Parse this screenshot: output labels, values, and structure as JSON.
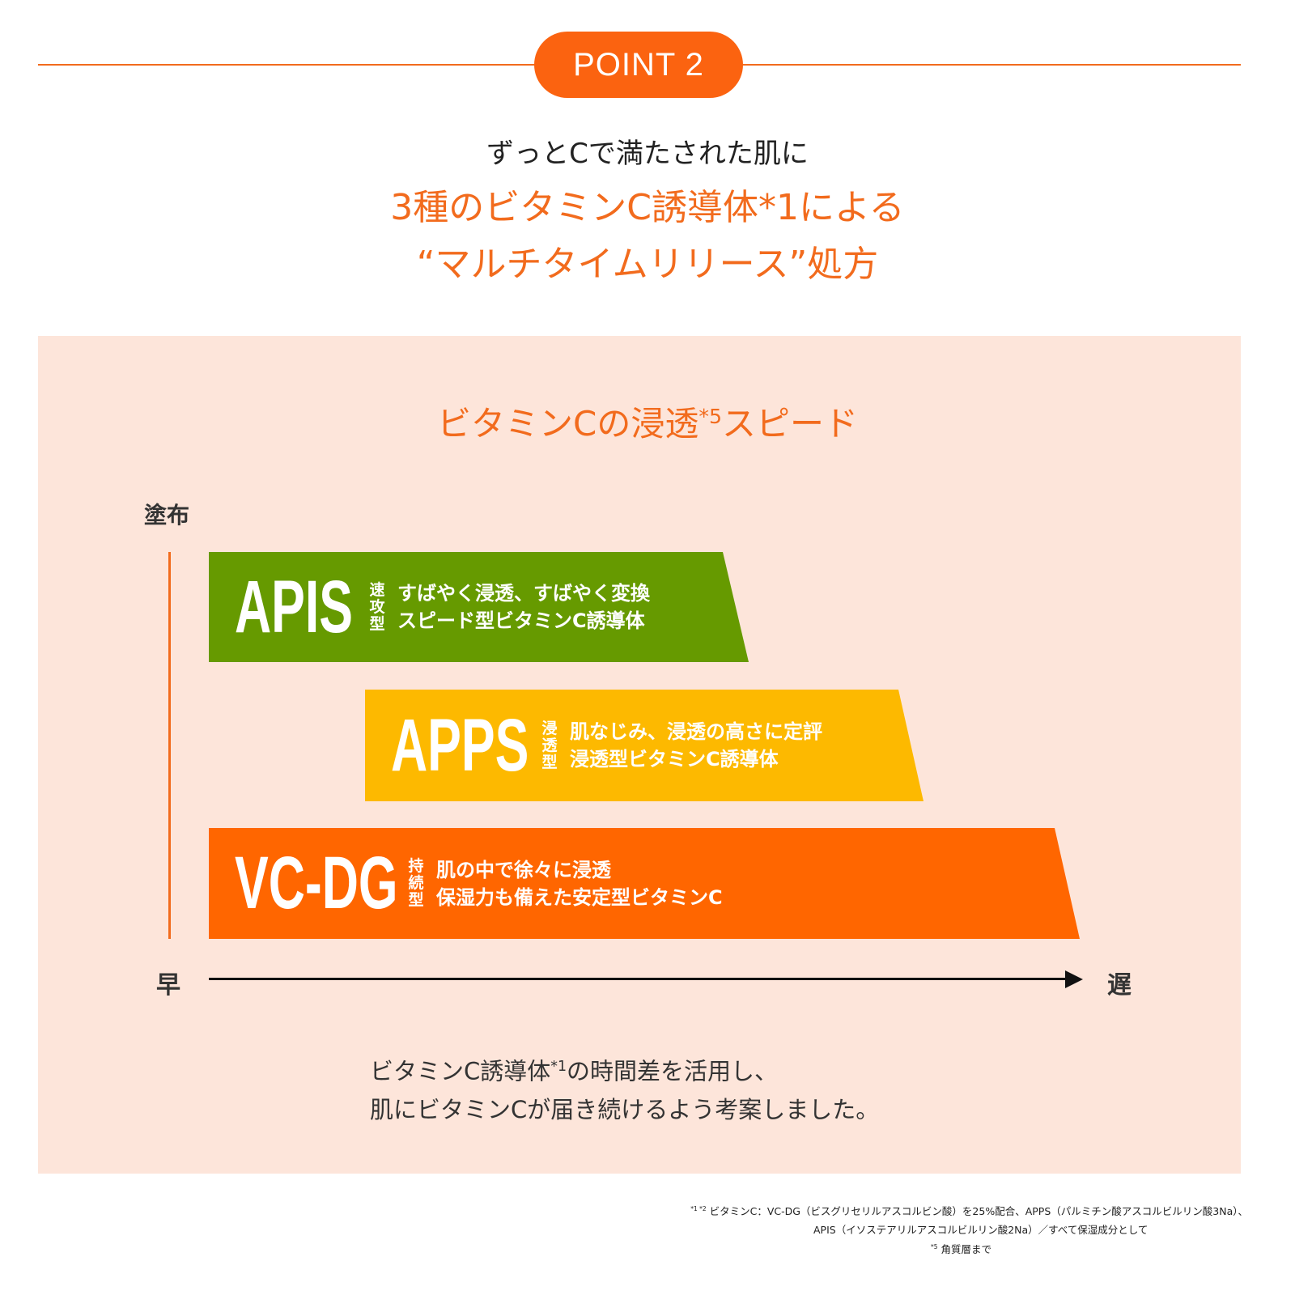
{
  "badge": "POINT 2",
  "heading": {
    "line1": "ずっとCで満たされた肌に",
    "line2": "3種のビタミンC誘導体*1による",
    "line3": "“マルチタイムリリース”処方"
  },
  "panel": {
    "title": "ビタミンCの浸透",
    "title_sup": "*5",
    "title_rest": "スピード",
    "y_axis_label": "塗布",
    "x_start": "早",
    "x_end": "遅",
    "bars": [
      {
        "name": "APIS",
        "type": "速攻型",
        "desc1": "すばやく浸透、すばやく変換",
        "desc2": "スピード型ビタミンC誘導体",
        "color": "#669a00"
      },
      {
        "name": "APPS",
        "type": "浸透型",
        "desc1": "肌なじみ、浸透の高さに定評",
        "desc2": "浸透型ビタミンC誘導体",
        "color": "#fdb900"
      },
      {
        "name": "VC-DG",
        "type": "持続型",
        "desc1": "肌の中で徐々に浸透",
        "desc2": "保湿力も備えた安定型ビタミンC",
        "color": "#ff6600"
      }
    ],
    "caption1a": "ビタミンC誘導体",
    "caption1sup": "*1",
    "caption1b": "の時間差を活用し、",
    "caption2": "肌にビタミンCが届き続けるよう考案しました。"
  },
  "footnotes": {
    "line1sup": "*1 *2",
    "line1": " ビタミンC：VC-DG（ビスグリセリルアスコルビン酸）を25%配合、APPS（パルミチン酸アスコルビルリン酸3Na）、",
    "line2": "APIS（イソステアリルアスコルビルリン酸2Na）／すべて保湿成分として",
    "line3sup": "*5",
    "line3": " 角質層まで"
  },
  "colors": {
    "accent": "#fb6310",
    "panel_bg": "#fde5da"
  }
}
